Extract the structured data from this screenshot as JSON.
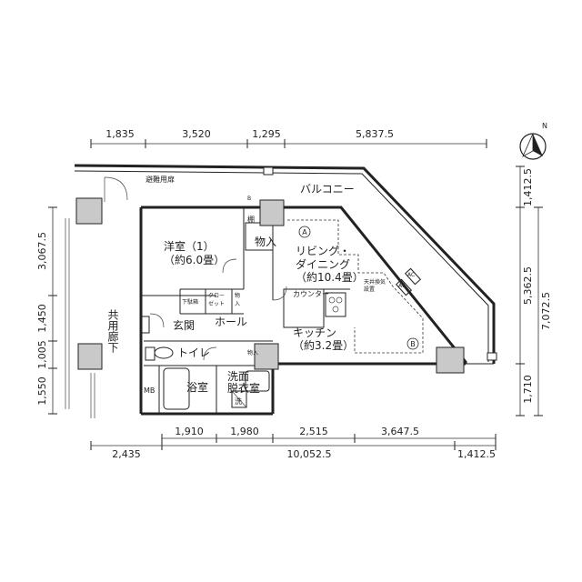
{
  "dimensions": {
    "top": [
      "1,835",
      "3,520",
      "1,295",
      "5,837.5"
    ],
    "bottom_inner": [
      "1,910",
      "1,980",
      "2,515",
      "3,647.5"
    ],
    "bottom_outer": [
      "2,435",
      "10,052.5",
      "1,412.5"
    ],
    "left": [
      "3,067.5",
      "1,450",
      "1,005",
      "1,550"
    ],
    "right_inner": [
      "1,412.5",
      "5,362.5",
      "1,710"
    ],
    "right_outer": [
      "7,072.5"
    ]
  },
  "compass": {
    "north_label": "N"
  },
  "labels": {
    "balcony": "バルコニー",
    "evacuation_door": "避難用扉",
    "western_room_name": "洋室（1）",
    "western_room_size": "（約6.0畳）",
    "closet1": "物入",
    "shelf": "棚",
    "living_line1": "リビング・",
    "living_line2": "ダイニング",
    "living_size": "（約10.4畳）",
    "marker_a": "A",
    "marker_b": "B",
    "corridor": "共用廊下",
    "counter": "カウンター",
    "ceiling_unit_line1": "天井換気",
    "ceiling_unit_line2": "設置",
    "shoe_box": "下駄箱",
    "closet_line1": "クロー",
    "closet_line2": "ゼット",
    "closet2_line1": "物",
    "closet2_line2": "入",
    "entrance": "玄関",
    "hall": "ホール",
    "kitchen": "キッチン",
    "kitchen_size": "（約3.2畳）",
    "toilet": "トイレ",
    "mb": "MB",
    "bathroom": "浴室",
    "washroom_line1": "洗面",
    "washroom_line2": "脱衣室",
    "washer": "洗",
    "closet3": "物入",
    "ac1": "AC",
    "ac2": "AC",
    "b_tag": "B"
  }
}
